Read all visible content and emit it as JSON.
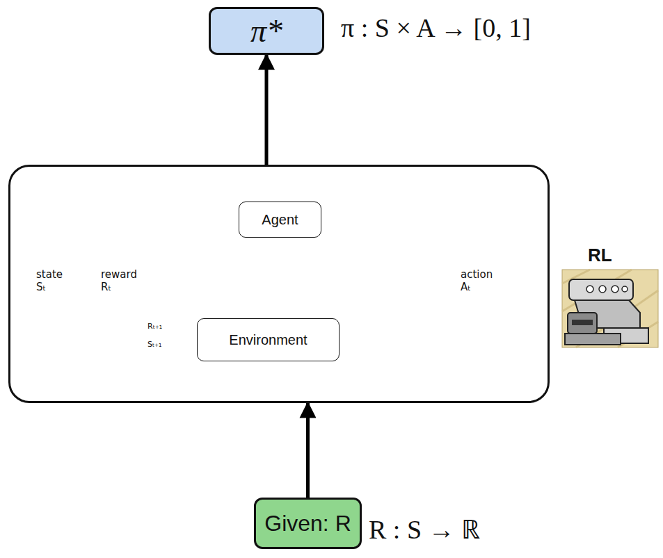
{
  "diagram": {
    "nodes": [
      {
        "text": [
          "π*"
        ]
      },
      {
        "text": [
          "RL"
        ]
      },
      {
        "text": [
          "Agent"
        ],
        "in": 1
      },
      {
        "text": [
          "Environment"
        ],
        "in": 1
      },
      {
        "text": [
          "Given: R"
        ]
      }
    ],
    "edges": [
      {
        "from": 1,
        "to": 0,
        "arrow": "to"
      },
      {
        "from": 4,
        "to": 1,
        "arrow": "to"
      },
      {
        "from": 2,
        "to": 3,
        "label": "action Aₜ",
        "arrow": "to"
      },
      {
        "from": 3,
        "to": 2,
        "label": "state Sₜ",
        "arrow": "to"
      },
      {
        "from": 3,
        "to": 2,
        "label": "reward Rₜ",
        "arrow": "to"
      }
    ],
    "labels": [
      "Rₜ₊₁",
      "Sₜ₊₁",
      "π : S × A → [0, 1]",
      "R : S → ℝ"
    ]
  }
}
